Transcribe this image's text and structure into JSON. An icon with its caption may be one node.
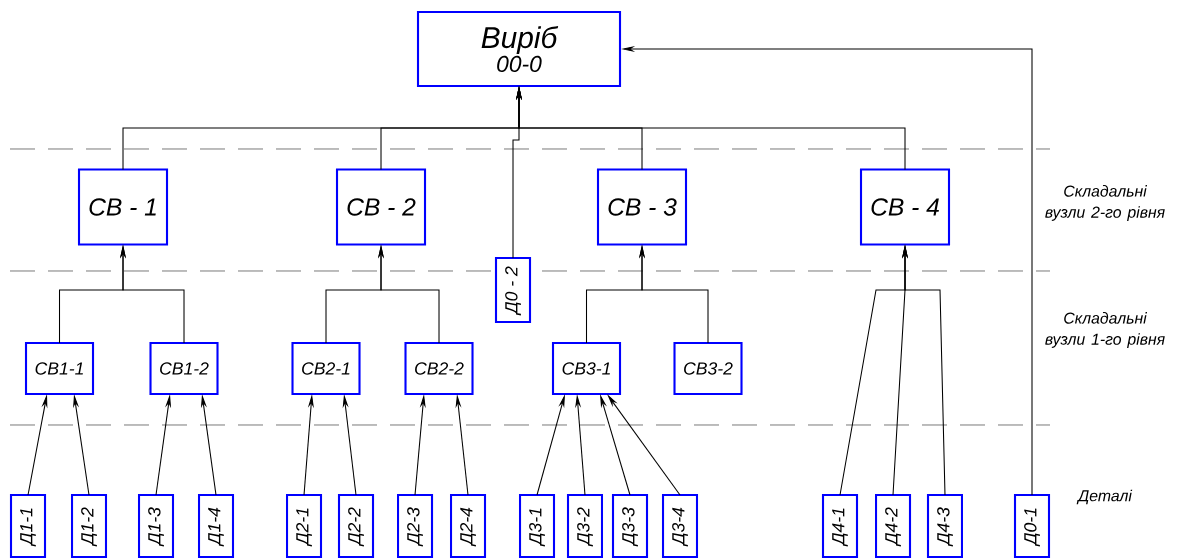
{
  "diagram": {
    "nodes": [
      {
        "text": [
          "Виріб",
          "00-0"
        ]
      },
      {
        "text": [
          "СВ - 1"
        ]
      },
      {
        "text": [
          "СВ - 2"
        ]
      },
      {
        "text": [
          "Д0 - 2"
        ]
      },
      {
        "text": [
          "СВ - 3"
        ]
      },
      {
        "text": [
          "СВ - 4"
        ]
      },
      {
        "text": [
          "СВ1-1"
        ]
      },
      {
        "text": [
          "СВ1-2"
        ]
      },
      {
        "text": [
          "СВ2-1"
        ]
      },
      {
        "text": [
          "СВ2-2"
        ]
      },
      {
        "text": [
          "СВ3-1"
        ]
      },
      {
        "text": [
          "СВ3-2"
        ]
      },
      {
        "text": [
          "Д1-1"
        ]
      },
      {
        "text": [
          "Д1-2"
        ]
      },
      {
        "text": [
          "Д1-3"
        ]
      },
      {
        "text": [
          "Д1-4"
        ]
      },
      {
        "text": [
          "Д2-1"
        ]
      },
      {
        "text": [
          "Д2-2"
        ]
      },
      {
        "text": [
          "Д2-3"
        ]
      },
      {
        "text": [
          "Д2-4"
        ]
      },
      {
        "text": [
          "Д3-1"
        ]
      },
      {
        "text": [
          "Д3-2"
        ]
      },
      {
        "text": [
          "Д3-3"
        ]
      },
      {
        "text": [
          "Д3-4"
        ]
      },
      {
        "text": [
          "Д4-1"
        ]
      },
      {
        "text": [
          "Д4-2"
        ]
      },
      {
        "text": [
          "Д4-3"
        ]
      },
      {
        "text": [
          "Д0-1"
        ]
      }
    ],
    "edges": [
      {
        "from": 1,
        "to": 0,
        "arrow": "to"
      },
      {
        "from": 2,
        "to": 0,
        "arrow": "to"
      },
      {
        "from": 3,
        "to": 0,
        "arrow": "to"
      },
      {
        "from": 4,
        "to": 0,
        "arrow": "to"
      },
      {
        "from": 5,
        "to": 0,
        "arrow": "to"
      },
      {
        "from": 27,
        "to": 0,
        "arrow": "to"
      },
      {
        "from": 6,
        "to": 1,
        "arrow": "to"
      },
      {
        "from": 7,
        "to": 1,
        "arrow": "to"
      },
      {
        "from": 8,
        "to": 2,
        "arrow": "to"
      },
      {
        "from": 9,
        "to": 2,
        "arrow": "to"
      },
      {
        "from": 10,
        "to": 4,
        "arrow": "to"
      },
      {
        "from": 11,
        "to": 4,
        "arrow": "to"
      },
      {
        "from": 24,
        "to": 5,
        "arrow": "to"
      },
      {
        "from": 25,
        "to": 5,
        "arrow": "to"
      },
      {
        "from": 26,
        "to": 5,
        "arrow": "to"
      },
      {
        "from": 12,
        "to": 6,
        "arrow": "to"
      },
      {
        "from": 13,
        "to": 6,
        "arrow": "to"
      },
      {
        "from": 14,
        "to": 7,
        "arrow": "to"
      },
      {
        "from": 15,
        "to": 7,
        "arrow": "to"
      },
      {
        "from": 16,
        "to": 8,
        "arrow": "to"
      },
      {
        "from": 17,
        "to": 8,
        "arrow": "to"
      },
      {
        "from": 18,
        "to": 9,
        "arrow": "to"
      },
      {
        "from": 19,
        "to": 9,
        "arrow": "to"
      },
      {
        "from": 20,
        "to": 10,
        "arrow": "to"
      },
      {
        "from": 21,
        "to": 10,
        "arrow": "to"
      },
      {
        "from": 22,
        "to": 10,
        "arrow": "to"
      },
      {
        "from": 23,
        "to": 10,
        "arrow": "to"
      }
    ],
    "labels": [
      "Складальні вузли 2-го рівня",
      "Складальні вузли 1-го рівня",
      "Деталі"
    ]
  }
}
